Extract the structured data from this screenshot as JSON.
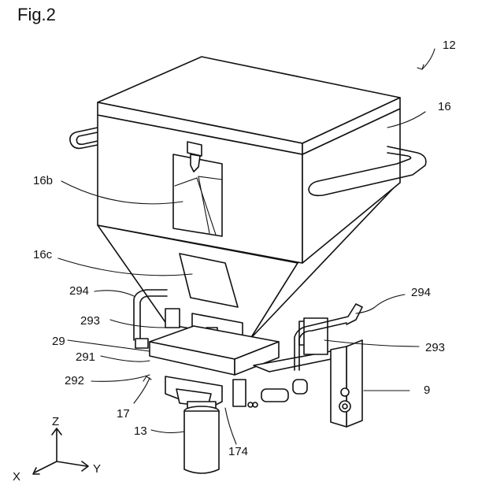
{
  "figure": {
    "title": "Fig.2"
  },
  "labels": {
    "l12": "12",
    "l16": "16",
    "l16b": "16b",
    "l16c": "16c",
    "l294_left": "294",
    "l294_right": "294",
    "l293_left": "293",
    "l293_right": "293",
    "l29": "29",
    "l291": "291",
    "l292": "292",
    "l17": "17",
    "l13": "13",
    "l174": "174",
    "l9": "9"
  },
  "axes": {
    "z": "Z",
    "x": "X",
    "y": "Y"
  }
}
